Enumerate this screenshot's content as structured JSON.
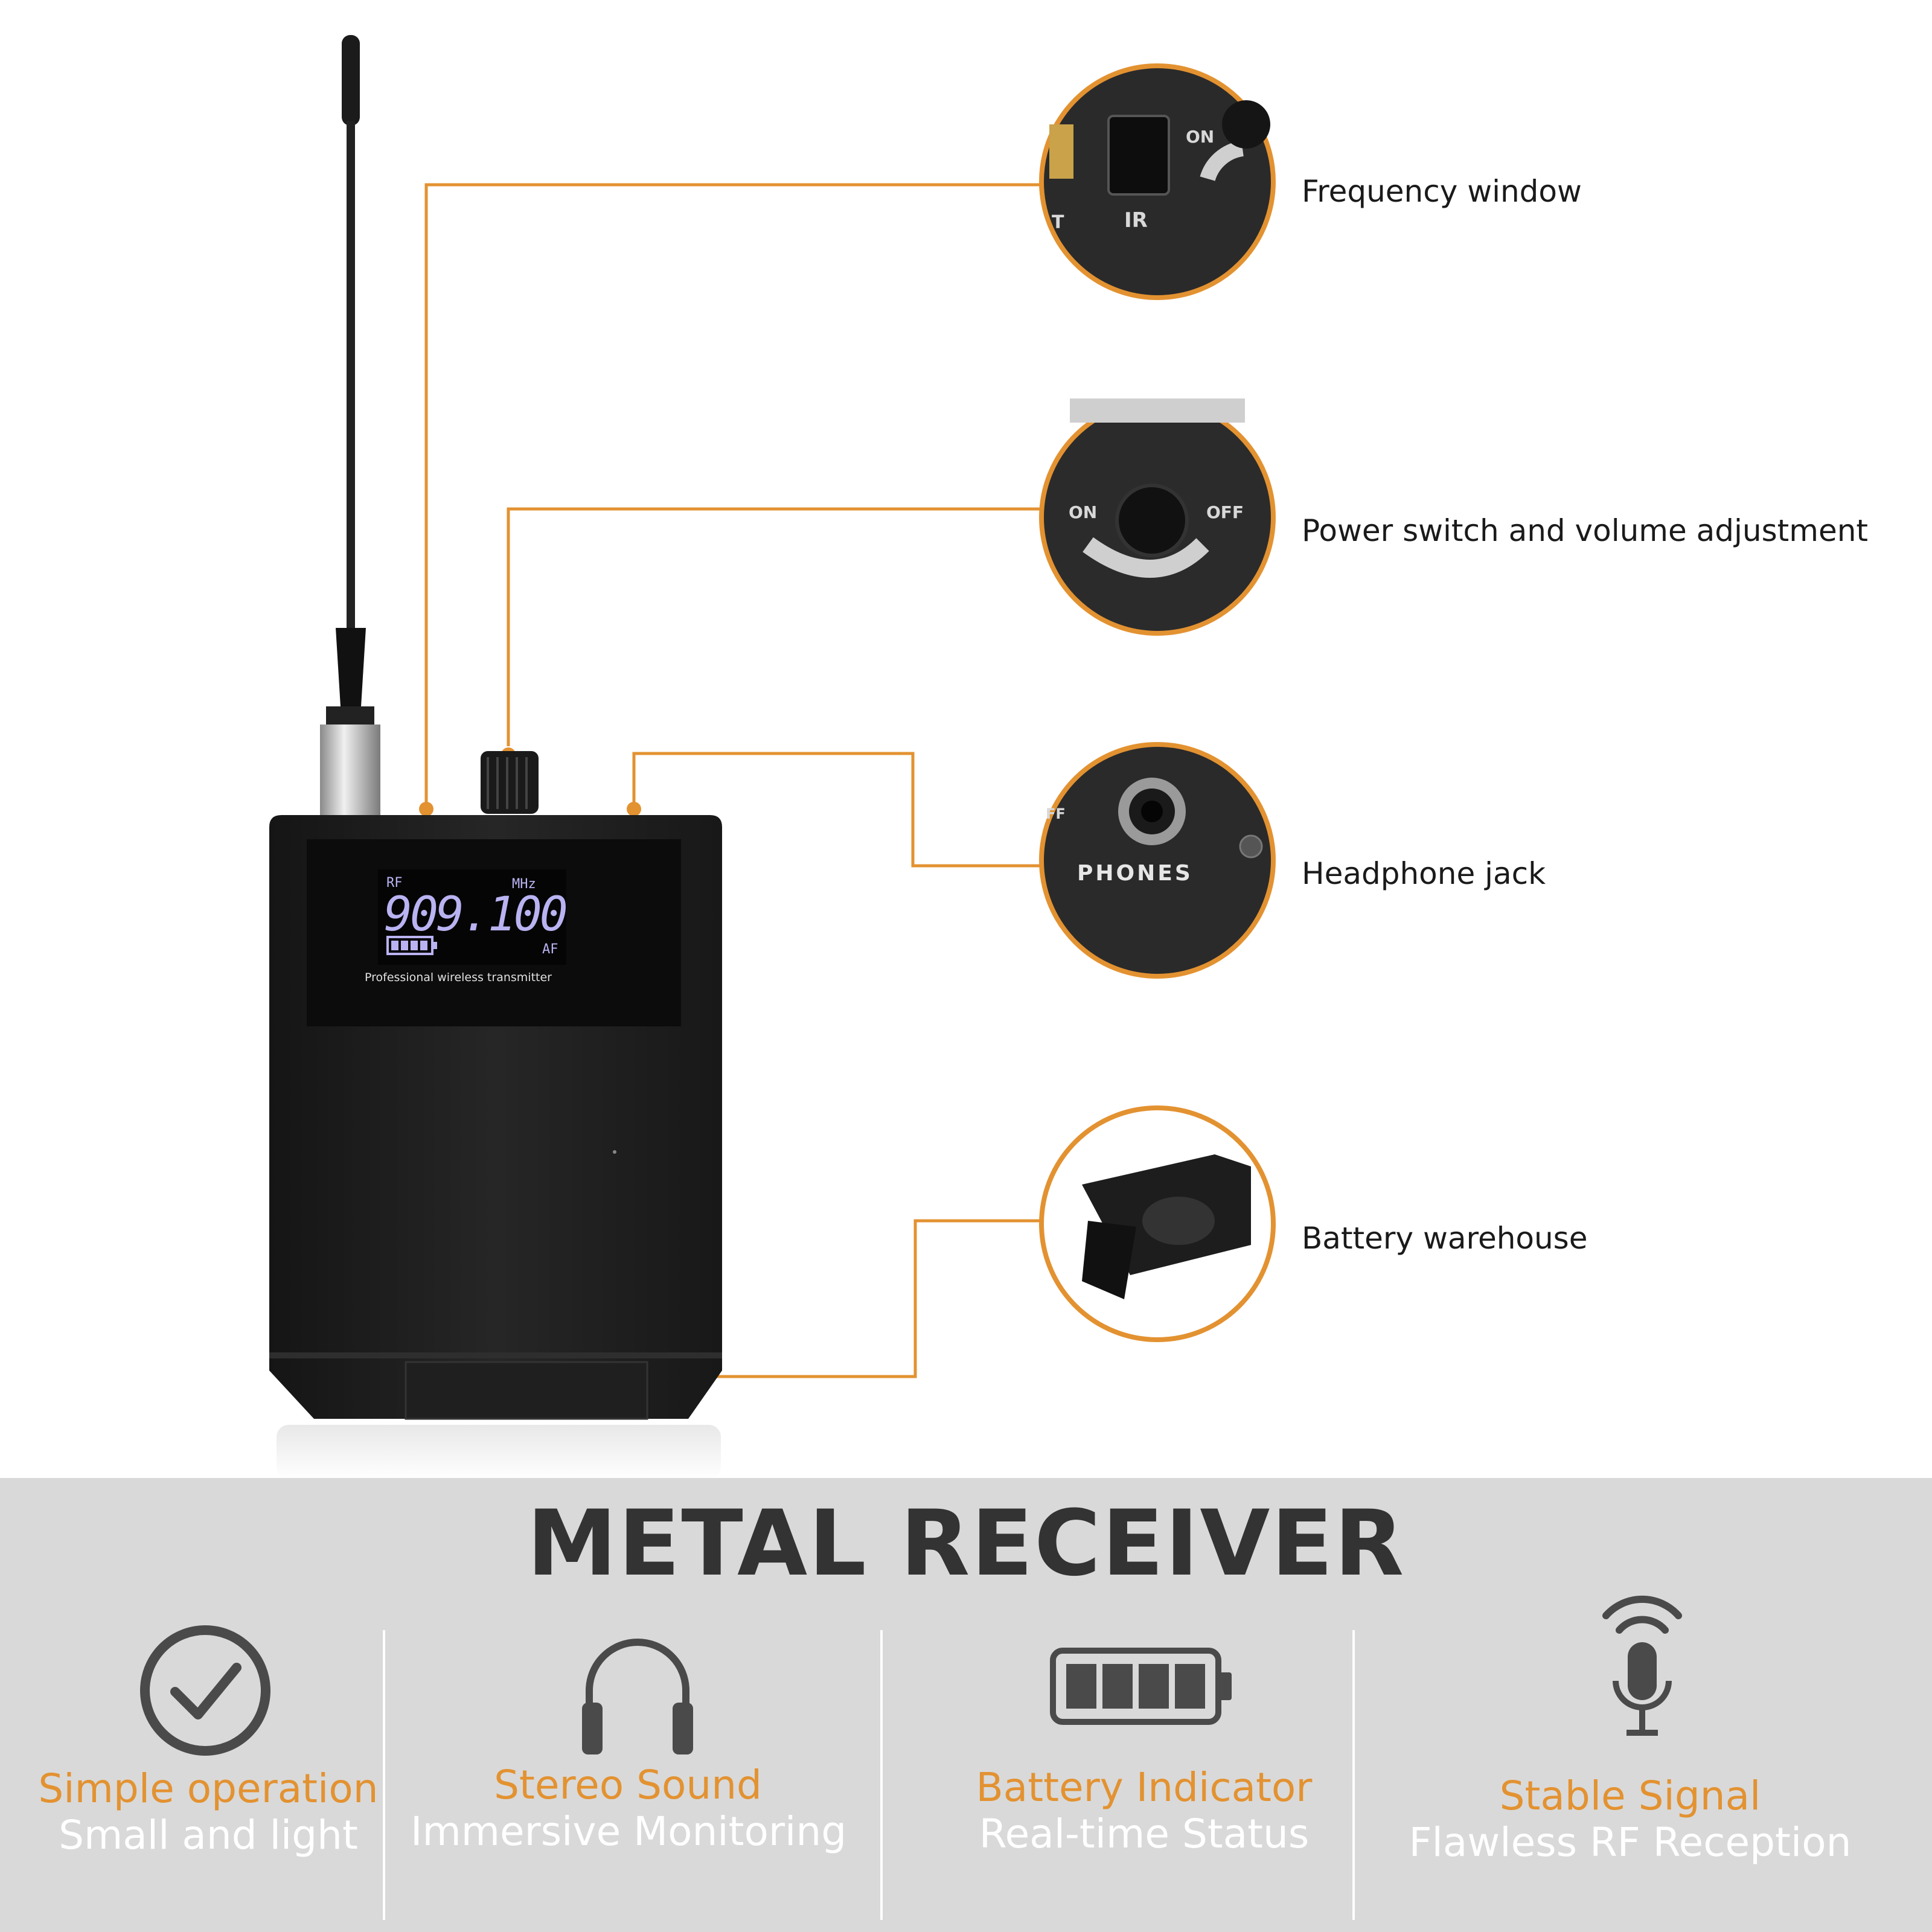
{
  "device": {
    "display": {
      "rf_label": "RF",
      "frequency": "909.100",
      "unit_label": "MHz",
      "af_label": "AF",
      "caption": "Professional wireless transmitter"
    }
  },
  "callouts": [
    {
      "label": "Frequency window",
      "detail_text": [
        "IR",
        "ON",
        "T"
      ]
    },
    {
      "label": "Power switch and volume adjustment",
      "detail_text": [
        "ON",
        "OFF"
      ]
    },
    {
      "label": "Headphone jack",
      "detail_text": [
        "PHONES",
        "FF"
      ]
    },
    {
      "label": "Battery warehouse",
      "detail_text": []
    }
  ],
  "title": "METAL RECEIVER",
  "features": [
    {
      "title": "Simple operation",
      "subtitle": "Small and light",
      "icon": "check-circle-icon"
    },
    {
      "title": "Stereo Sound",
      "subtitle": "Immersive Monitoring",
      "icon": "headphones-icon"
    },
    {
      "title": "Battery Indicator",
      "subtitle": "Real-time Status",
      "icon": "battery-icon"
    },
    {
      "title": "Stable Signal",
      "subtitle": "Flawless RF Reception",
      "icon": "microphone-signal-icon"
    }
  ],
  "colors": {
    "accent": "#e39231",
    "panel": "#d9d9d9",
    "title": "#333333",
    "icon": "#4a4a4a",
    "device": "#1e1e1e",
    "lcd_text": "#b9b3f2"
  }
}
